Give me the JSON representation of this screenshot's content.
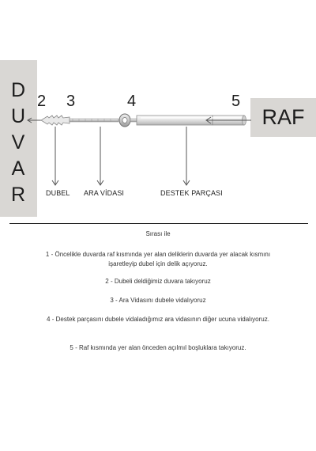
{
  "wall": {
    "letters": [
      "D",
      "U",
      "V",
      "A",
      "R"
    ]
  },
  "shelf": {
    "label": "RAF"
  },
  "numbers": [
    "2",
    "3",
    "4",
    "5"
  ],
  "parts": {
    "dubel": "DUBEL",
    "ara_vidasi": "ARA VİDASI",
    "destek": "DESTEK PARÇASI"
  },
  "instructions": {
    "title": "Sırası ile",
    "steps": [
      "1 - Öncelikle duvarda raf kısmında yer alan deliklerin duvarda yer alacak kısmını işaretleyip dubel için delik açıyoruz.",
      "2 - Dubeli deldiğimiz duvara takıyoruz",
      "3 - Ara Vidasını dubele vidalıyoruz",
      "4 - Destek parçasını dubele vidaladığımız ara vidasının diğer ucuna vidalıyoruz.",
      "5 - Raf kısmında yer alan önceden açılmıl boşluklara takıyoruz."
    ]
  },
  "colors": {
    "panel": "#d9d7d4",
    "ink": "#1d1d1d"
  }
}
